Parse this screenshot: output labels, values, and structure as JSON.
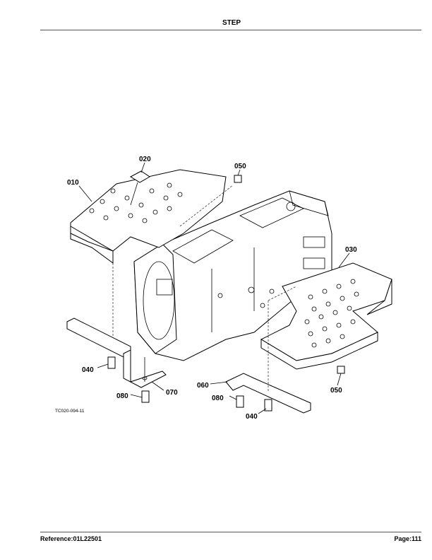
{
  "header": {
    "title": "STEP"
  },
  "diagram": {
    "figure_code": "TC020-094-11",
    "callouts": [
      "020",
      "010",
      "050",
      "030",
      "040",
      "070",
      "080",
      "060",
      "080",
      "040",
      "050"
    ]
  },
  "footer": {
    "reference": "Reference:01L22501",
    "page": "Page:111"
  }
}
